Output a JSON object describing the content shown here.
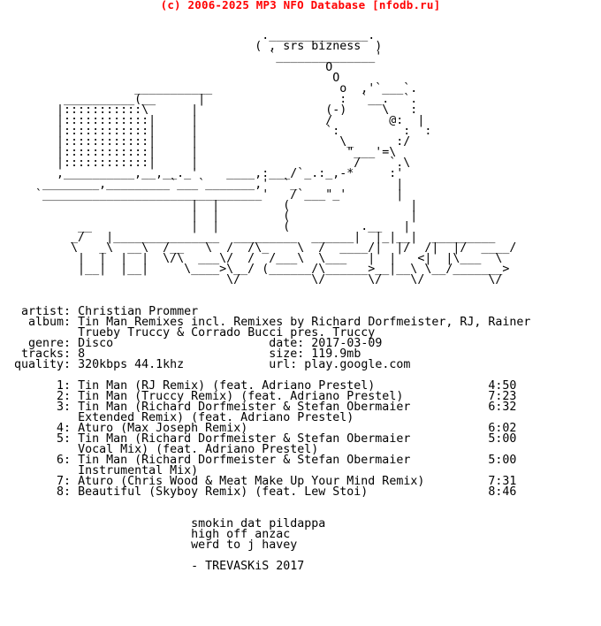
{
  "header": {
    "text": "(c) 2006-2025 MP3 NFO Database [nfodb.ru]",
    "color": "#ff0000"
  },
  "ascii_art": [
    "                                    .______________.",
    "                                   ( , srs bizness  )",
    "                                     `______________'",
    "                                             O",
    "                                              O",
    "                  ___________                  o  ,'`___`.",
    "        __________(__      |                   :  `__.  `.",
    "       |:::::::::::\\      |                  (-)     \\   :",
    "       |::::::::::::|     |                  /        @:  |",
    "       |::::::::::::|     |                  `:         :  :",
    "       |::::::::::::|     |                    \\_      :/",
    "       |::::::::::::|     |                     \"___'=\\",
    "       |::::::::::::|     |                      /    `.\\",
    "       ,__________,__,__._'    ____,:___/`_.:_,-*     :'",
    "     ________,_________`___`_______,'  `_              |",
    "    `_______________________________'   /`___\"_'       |",
    "                          |  |         (                 |",
    "                          |  |         (                 |",
    "          __              |  |         (          .__   |",
    "         _/   |_______________  _________  ______|  |_|__|  _________",
    "         \\   _\\  __\\  /__   \\  /  /\\_    \\  /  ____/|  |/  /|  |/  ____/",
    "          |  |  |  |  \\/\\  ___\\/  /  /___\\  \\___   |  |   <|  |\\___  \\",
    "          |__|  |__|     \\____>\\__/ (______/\\______>__|__\\ \\__/_______>",
    "                               \\/          \\/      \\/    \\/         \\/"
  ],
  "info": {
    "artist_label": "artist:",
    "artist": "Christian Prommer",
    "album_label": "album:",
    "album_line1": "Tin Man Remixes incl. Remixes by Richard Dorfmeister, RJ, Rainer",
    "album_line2": "Trueby Truccy & Corrado Bucci pres. Truccy",
    "genre_label": "genre:",
    "genre": "Disco",
    "date_label": "date:",
    "date": "2017-03-09",
    "tracks_label": "tracks:",
    "tracks": "8",
    "size_label": "size:",
    "size": "119.9mb",
    "quality_label": "quality:",
    "quality": "320kbps 44.1khz",
    "url_label": "url:",
    "url": "play.google.com"
  },
  "tracklist": [
    {
      "num": "1:",
      "title": "Tin Man (RJ Remix) (feat. Adriano Prestel)",
      "title2": "",
      "time": "4:50"
    },
    {
      "num": "2:",
      "title": "Tin Man (Truccy Remix) (feat. Adriano Prestel)",
      "title2": "",
      "time": "7:23"
    },
    {
      "num": "3:",
      "title": "Tin Man (Richard Dorfmeister & Stefan Obermaier",
      "title2": "Extended Remix) (feat. Adriano Prestel)",
      "time": "6:32"
    },
    {
      "num": "4:",
      "title": "Aturo (Max Joseph Remix)",
      "title2": "",
      "time": "6:02"
    },
    {
      "num": "5:",
      "title": "Tin Man (Richard Dorfmeister & Stefan Obermaier",
      "title2": "Vocal Mix) (feat. Adriano Prestel)",
      "time": "5:00"
    },
    {
      "num": "6:",
      "title": "Tin Man (Richard Dorfmeister & Stefan Obermaier",
      "title2": "Instrumental Mix)",
      "time": "5:00"
    },
    {
      "num": "7:",
      "title": "Aturo (Chris Wood & Meat Make Up Your Mind Remix)",
      "title2": "",
      "time": "7:31"
    },
    {
      "num": "8:",
      "title": "Beautiful (Skyboy Remix) (feat. Lew Stoi)",
      "title2": "",
      "time": "8:46"
    }
  ],
  "greets": {
    "line1": "smokin dat pildappa",
    "line2": "high off anzac",
    "line3": "werd to j havey",
    "signature": "- TREVASKiS 2017"
  }
}
